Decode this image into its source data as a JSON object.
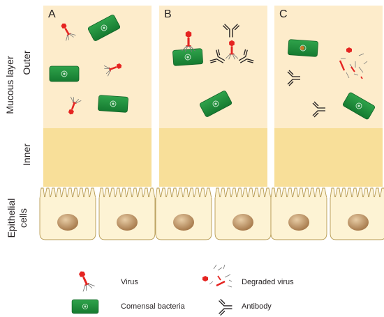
{
  "panels": [
    {
      "id": "A",
      "letter": "A"
    },
    {
      "id": "B",
      "letter": "B"
    },
    {
      "id": "C",
      "letter": "C"
    }
  ],
  "side_labels": {
    "mucous_layer": "Mucous layer",
    "outer": "Outer",
    "inner": "Inner",
    "epithelial_line1": "Epithelial",
    "epithelial_line2": "cells"
  },
  "legend": {
    "virus": "Virus",
    "degraded_virus": "Degraded virus",
    "comensal_bacteria": "Comensal bacteria",
    "antibody": "Antibody"
  },
  "colors": {
    "outer_mucus": "#fdeccb",
    "inner_mucus": "#f8df99",
    "cell_fill": "#fdf3d4",
    "cell_stroke": "#b69a52",
    "nucleus": "#c9a273",
    "bacteria": "#1e8a3a",
    "bacteria_dark": "#146a2b",
    "virus_red": "#e52421",
    "antibody": "#231f20"
  },
  "icons": [
    "virus-icon",
    "degraded-virus-icon",
    "bacteria-icon",
    "antibody-icon",
    "nucleus-icon"
  ]
}
